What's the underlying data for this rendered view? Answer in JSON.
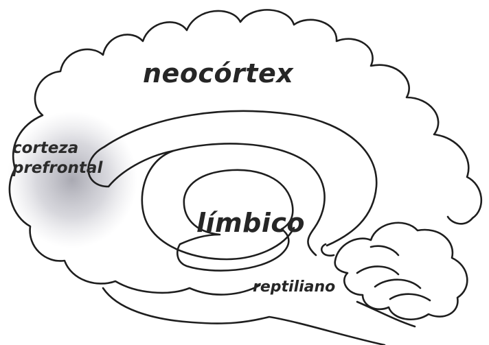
{
  "diagram": {
    "labels": {
      "neocortex": "neocórtex",
      "limbico": "límbico",
      "reptiliano": "reptiliano",
      "prefrontal_line1": "corteza",
      "prefrontal_line2": "prefrontal"
    },
    "colors": {
      "line": "#1e1e1e",
      "text": "#262626",
      "prefrontal_shading": "#8c8c98",
      "background": "#ffffff"
    }
  }
}
